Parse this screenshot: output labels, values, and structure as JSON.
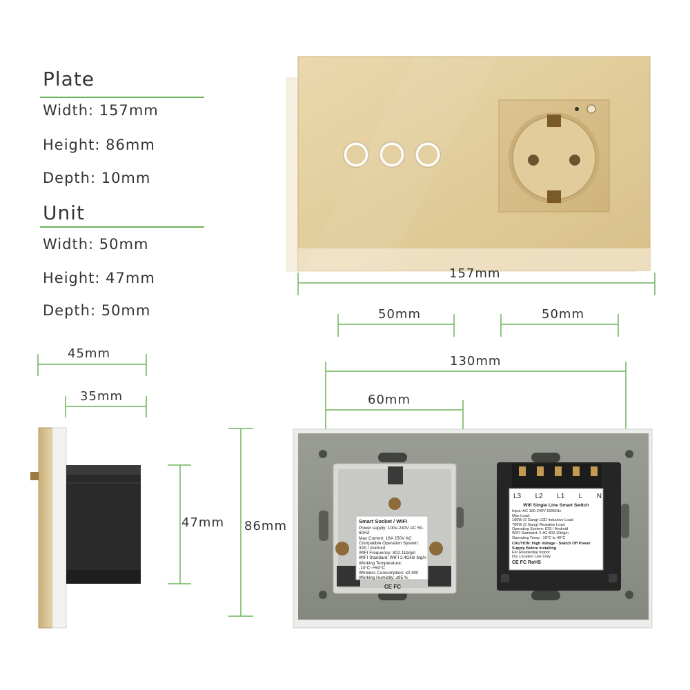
{
  "plate": {
    "title": "Plate",
    "width": "Width: 157mm",
    "height": "Height: 86mm",
    "depth": "Depth: 10mm"
  },
  "unit": {
    "title": "Unit",
    "width": "Width: 50mm",
    "height": "Height: 47mm",
    "depth": "Depth: 50mm"
  },
  "dimensions": {
    "plate_width": "157mm",
    "left_module_width": "50mm",
    "right_module_width": "50mm",
    "center_span": "130mm",
    "half_span": "60mm",
    "side_total_depth": "45mm",
    "side_unit_depth": "35mm",
    "unit_height": "47mm",
    "plate_height": "86mm"
  },
  "socket_label": {
    "title": "Smart Socket / WIFI",
    "lines": [
      "Power supply: 100v-240V AC  50-60HZ",
      "Max Current: 16A  250V AC",
      "Compatible Operation System: IOS / Android",
      "WIFI Frequency: 802.11b/g/n",
      "WIFI Standard: WIFI 2.4GHz b/g/n",
      "Working Temperature: -10°C~+50°C",
      "Wireless Consumption: ≤0.5W",
      "Working Humidity: ≤95 %"
    ],
    "marks": "CE FC"
  },
  "switch_label": {
    "terminals": [
      "L3",
      "L2",
      "L1",
      "L",
      "N"
    ],
    "title": "Wifi Single Line Smart Switch",
    "lines": [
      "Input: AC 100-240V  50/60Hz",
      "Max Load:",
      "100W (3 Gang) LED Inductive Load",
      "700W (3 Gang) Resistive Load",
      "Operating System: IOS / Android",
      "WIFI Standard: 2.4G 802.11b/g/n",
      "Operating Temp: -10°C to 40°C"
    ],
    "caution": "CAUTION: High Voltage - Switch Off Power Supply Before Installing",
    "usage1": "For Residential Indoor",
    "usage2": "Dry Location Use Only",
    "marks": "CE FC RoHS"
  },
  "colors": {
    "accent_green": "#6bb35a",
    "gold_plate": "#e3cfa0",
    "back_gray": "#8e9289"
  }
}
